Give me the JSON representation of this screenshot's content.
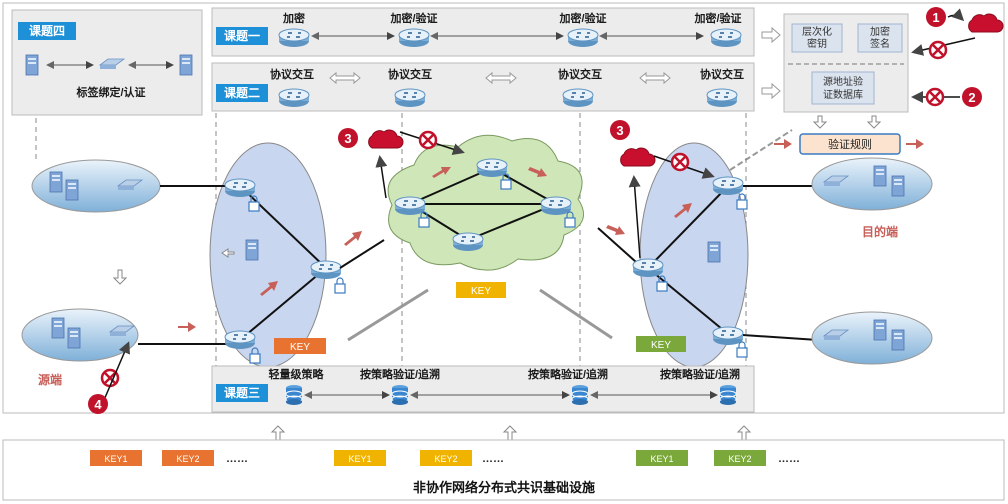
{
  "topics": {
    "topic1": {
      "title": "课题一",
      "labels": [
        "加密",
        "加密/验证",
        "加密/验证",
        "加密/验证"
      ]
    },
    "topic2": {
      "title": "课题二",
      "labels": [
        "协议交互",
        "协议交互",
        "协议交互",
        "协议交互"
      ]
    },
    "topic3": {
      "title": "课题三",
      "labels": [
        "轻量级策略",
        "按策略验证/追溯",
        "按策略验证/追溯",
        "按策略验证/追溯"
      ]
    },
    "topic4": {
      "title": "课题四",
      "caption": "标签绑定/认证"
    }
  },
  "right_panel": {
    "box1_line1": "层次化",
    "box1_line2": "密钥",
    "box2_line1": "加密",
    "box2_line2": "签名",
    "box3_line1": "源地址验",
    "box3_line2": "证数据库",
    "rule": "验证规则"
  },
  "labels": {
    "source": "源端",
    "destination": "目的端",
    "key": "KEY"
  },
  "threats": [
    "1",
    "2",
    "3",
    "3",
    "4"
  ],
  "infrastructure": {
    "title": "非协作网络分布式共识基础设施",
    "groups": [
      {
        "keys": [
          "KEY1",
          "KEY2"
        ],
        "more": "……"
      },
      {
        "keys": [
          "KEY1",
          "KEY2"
        ],
        "more": "……"
      },
      {
        "keys": [
          "KEY1",
          "KEY2"
        ],
        "more": "……"
      }
    ]
  },
  "colors": {
    "topic_blue": "#1e90d8",
    "threat_red": "#c0122b",
    "arrow_brown": "#c8605a",
    "key_orange": "#e87330",
    "key_yellow": "#f0b400",
    "key_green": "#7aa83a",
    "ellipse_blue": "#c9d6ef",
    "cloud_green": "#cfe6b8"
  }
}
